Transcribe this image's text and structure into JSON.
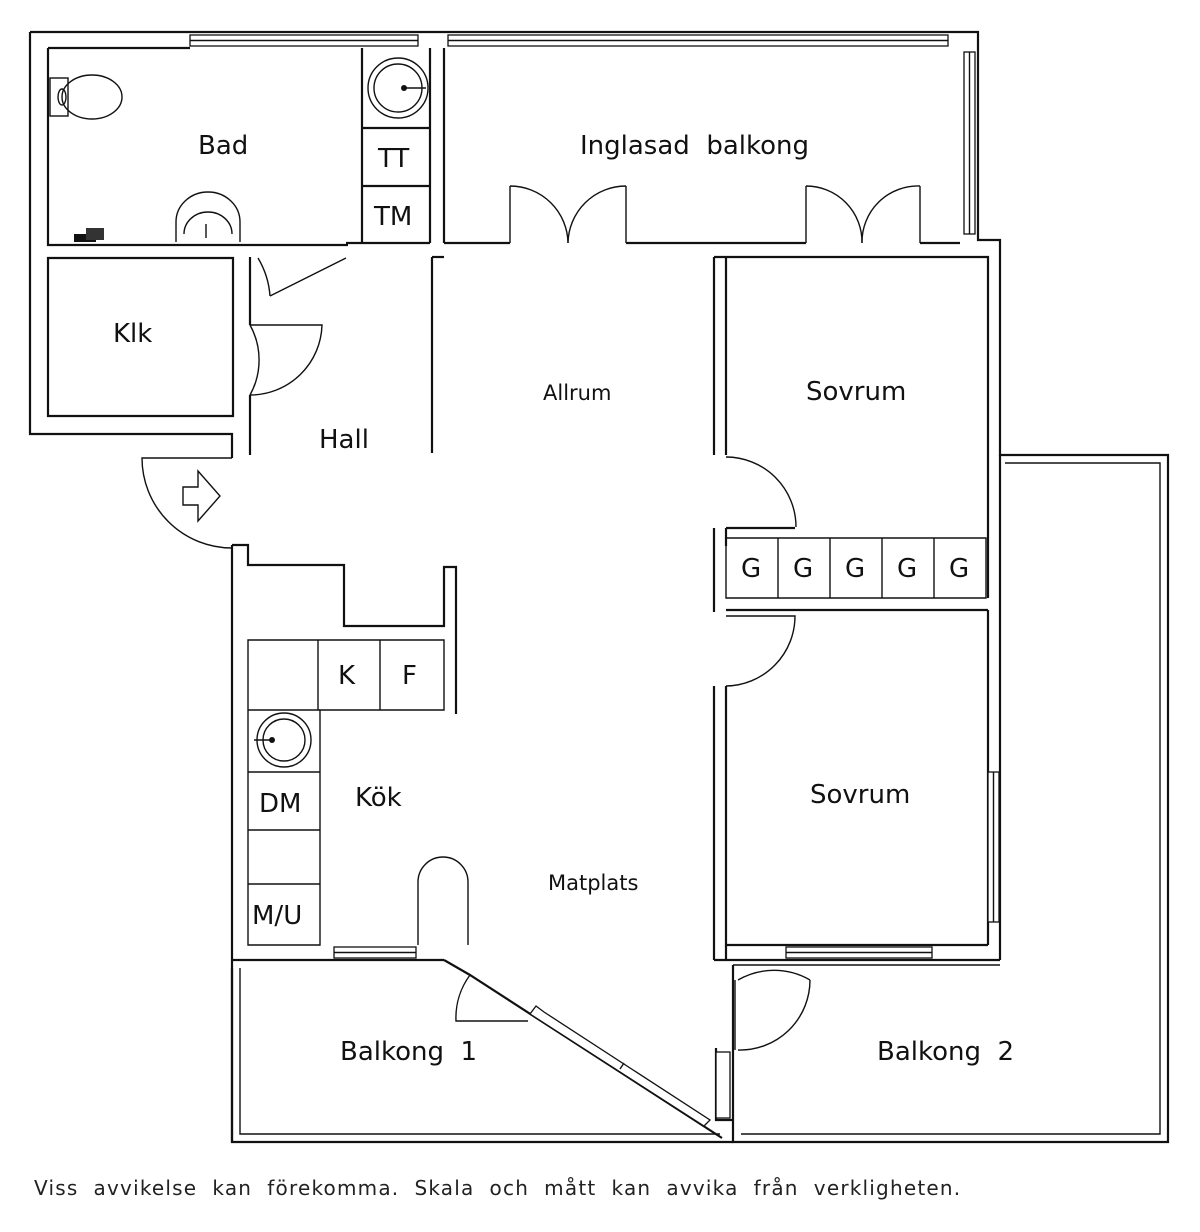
{
  "rooms": {
    "bad": "Bad",
    "inglasad_balkong": "Inglasad  balkong",
    "klk": "Klk",
    "hall": "Hall",
    "allrum": "Allrum",
    "sovrum_1": "Sovrum",
    "sovrum_2": "Sovrum",
    "kok": "Kök",
    "matplats": "Matplats",
    "balkong_1": "Balkong  1",
    "balkong_2": "Balkong  2"
  },
  "fixtures": {
    "tt": "TT",
    "tm": "TM",
    "k": "K",
    "f": "F",
    "dm": "DM",
    "mu": "M/U",
    "wardrobes": [
      "G",
      "G",
      "G",
      "G",
      "G"
    ]
  },
  "icons": [
    "toilet-icon",
    "sink-icon",
    "entrance-arrow-icon",
    "door-swing-icon",
    "window-icon"
  ],
  "disclaimer": "Viss  avvikelse  kan  förekomma.  Skala  och  mått  kan  avvika  från  verkligheten."
}
